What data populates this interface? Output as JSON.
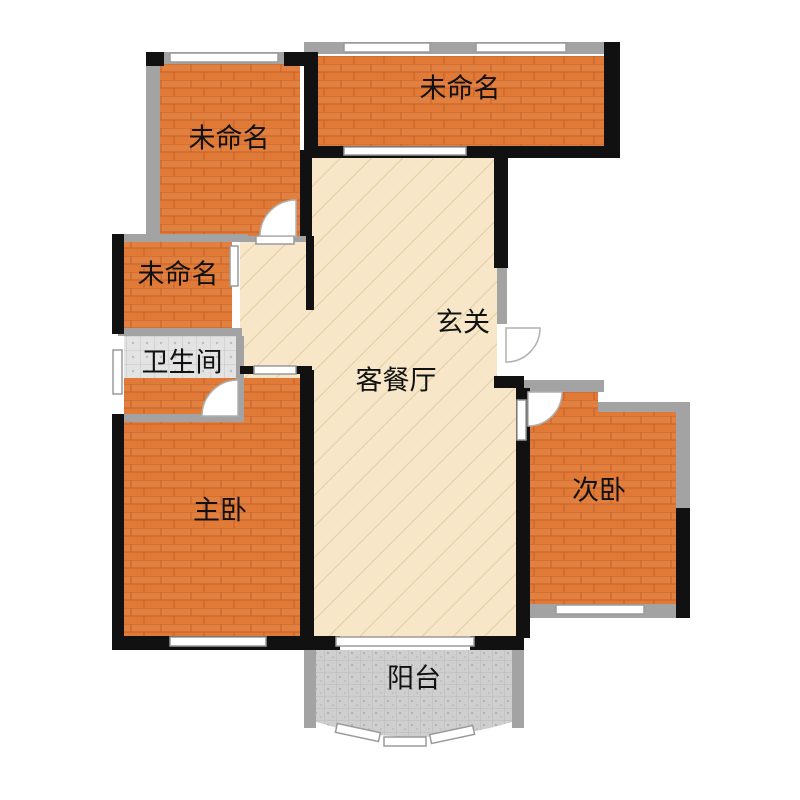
{
  "floorplan": {
    "rooms": {
      "unnamed_top": "未命名",
      "unnamed_upper_left": "未命名",
      "unnamed_small_left": "未命名",
      "bathroom": "卫生间",
      "foyer": "玄关",
      "living_dining": "客餐厅",
      "master_bedroom": "主卧",
      "second_bedroom": "次卧",
      "balcony": "阳台"
    },
    "colors": {
      "wood": "#e07a36",
      "wood_line": "#c9612a",
      "living_floor": "#f7e7c8",
      "living_hatch": "#e8d3ab",
      "tile": "#dcdcdc",
      "balcony_tile": "#c9c9c9",
      "wall": "#111111",
      "partition": "#a3a3a3",
      "window": "#ffffff"
    }
  }
}
